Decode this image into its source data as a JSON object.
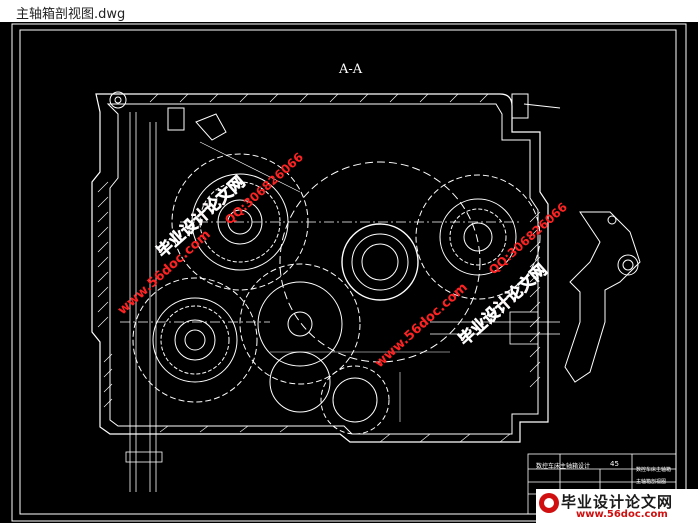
{
  "window": {
    "title": "主轴箱剖视图.dwg"
  },
  "drawing": {
    "section_label": "A-A",
    "title_block": {
      "number": "45",
      "name_line1": "数控车床主轴箱设计",
      "name_line2": "数控车床主轴箱",
      "name_line3": "主轴箱剖视图"
    }
  },
  "watermarks": [
    {
      "text": "毕业设计论文网"
    },
    {
      "text": "www.56doc.com"
    },
    {
      "text": "QQ:306826066"
    }
  ],
  "brand": {
    "name_cn": "毕业设计论文网",
    "url": "www.56doc.com"
  },
  "colors": {
    "background": "#000000",
    "lines": "#ffffff",
    "watermark": "#ff2222"
  }
}
